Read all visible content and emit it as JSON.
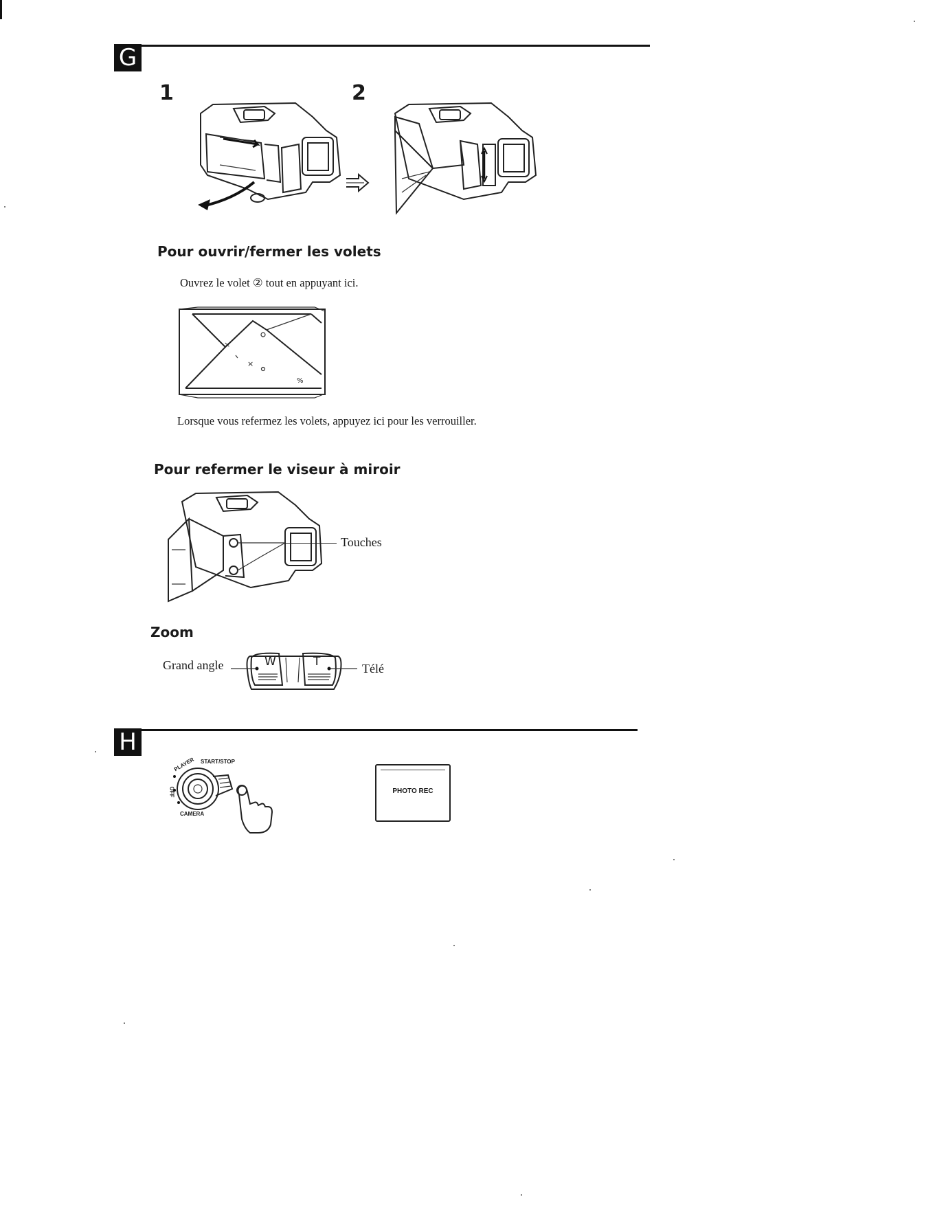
{
  "sections": {
    "g": {
      "badge": "G"
    },
    "h": {
      "badge": "H"
    }
  },
  "steps": {
    "one": "1",
    "two": "2"
  },
  "volets": {
    "heading": "Pour ouvrir/fermer les volets",
    "open_instruction": "Ouvrez le volet ② tout en appuyant ici.",
    "close_instruction": "Lorsque vous refermez les volets, appuyez ici pour les verrouiller."
  },
  "viseur": {
    "heading": "Pour refermer le viseur à miroir",
    "callout": "Touches"
  },
  "zoom": {
    "heading": "Zoom",
    "wide_label": "Grand angle",
    "tele_label": "Télé",
    "w_key": "W",
    "t_key": "T"
  },
  "switch": {
    "player": "PLAYER",
    "start_stop": "START/STOP",
    "off": "OFF",
    "camera": "CAMERA"
  },
  "display": {
    "indicator": "PHOTO REC"
  }
}
